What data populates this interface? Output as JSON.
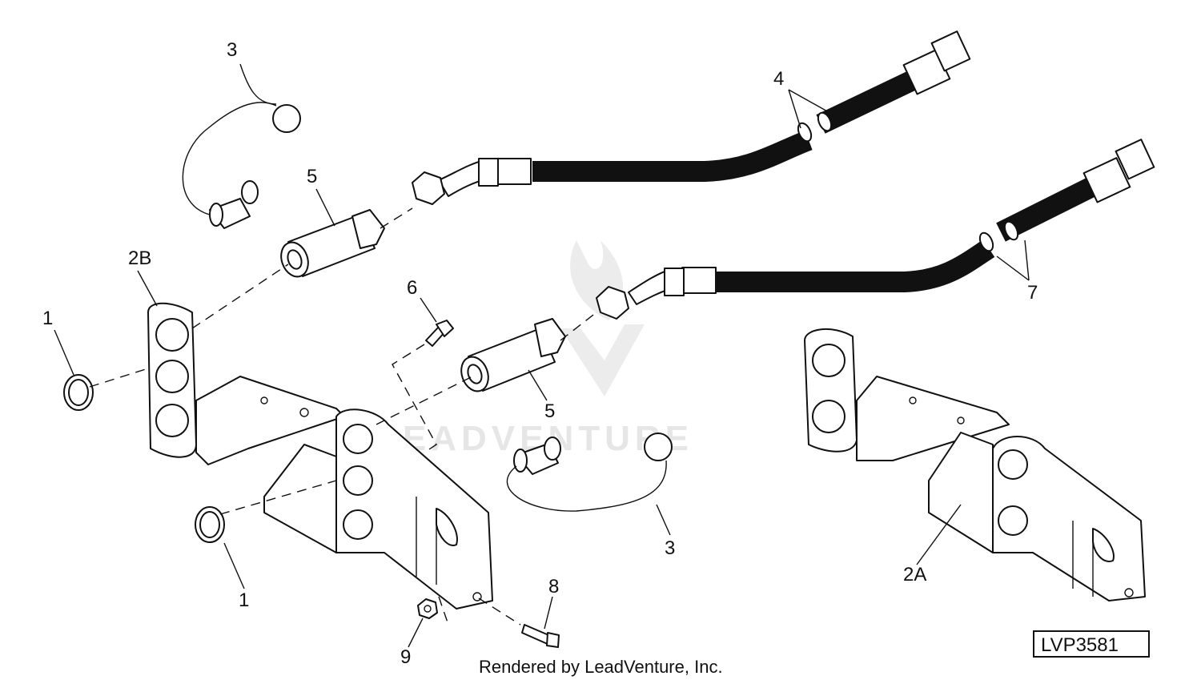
{
  "callouts": {
    "c1_upper": "1",
    "c1_lower": "1",
    "c2a": "2A",
    "c2b": "2B",
    "c3_upper": "3",
    "c3_lower": "3",
    "c4": "4",
    "c5_upper": "5",
    "c5_lower": "5",
    "c6": "6",
    "c7": "7",
    "c8": "8",
    "c9": "9"
  },
  "watermark": "LEADVENTURE",
  "footer": "Rendered by LeadVenture, Inc.",
  "figure_id": "LVP3581"
}
